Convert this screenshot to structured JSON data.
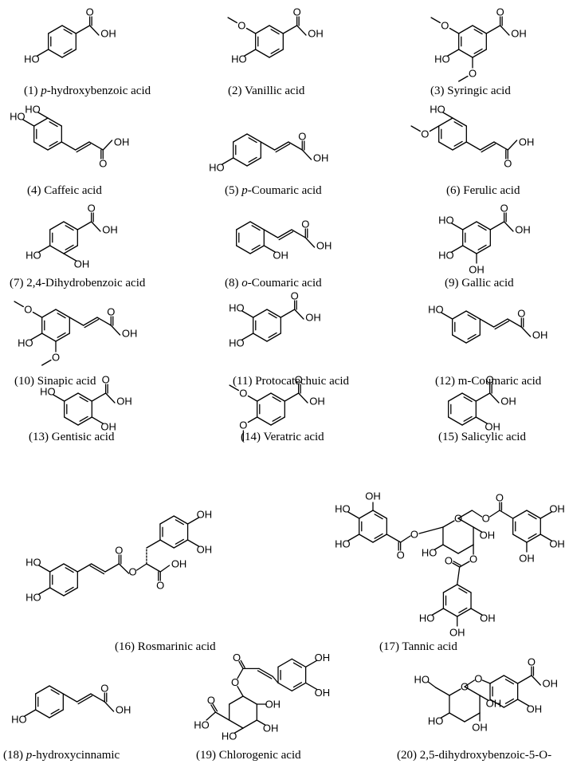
{
  "compounds": [
    {
      "num": "(1)",
      "prefix": "p",
      "name": "-hydroxybenzoic acid",
      "atoms": [
        "HO",
        "O",
        "OH"
      ]
    },
    {
      "num": "(2)",
      "prefix": "",
      "name": "Vanillic acid",
      "atoms": [
        "O",
        "HO",
        "O",
        "OH"
      ]
    },
    {
      "num": "(3)",
      "prefix": "",
      "name": "Syringic acid",
      "atoms": [
        "O",
        "HO",
        "O",
        "O",
        "OH"
      ]
    },
    {
      "num": "(4)",
      "prefix": "",
      "name": "Caffeic acid",
      "atoms": [
        "HO",
        "HO",
        "OH",
        "O"
      ]
    },
    {
      "num": "(5)",
      "prefix": "p",
      "name": "-Coumaric acid",
      "atoms": [
        "HO",
        "O",
        "OH"
      ]
    },
    {
      "num": "(6)",
      "prefix": "",
      "name": "Ferulic acid",
      "atoms": [
        "HO",
        "O",
        "OH",
        "O"
      ]
    },
    {
      "num": "(7)",
      "prefix": "",
      "name": "2,4-Dihydrobenzoic acid",
      "atoms": [
        "HO",
        "OH",
        "O",
        "OH"
      ]
    },
    {
      "num": "(8)",
      "prefix": "o",
      "name": "-Coumaric acid",
      "atoms": [
        "OH",
        "O",
        "OH"
      ]
    },
    {
      "num": "(9)",
      "prefix": "",
      "name": "Gallic acid",
      "atoms": [
        "HO",
        "HO",
        "OH",
        "O",
        "OH"
      ]
    },
    {
      "num": "(10)",
      "prefix": "",
      "name": "Sinapic acid",
      "atoms": [
        "O",
        "HO",
        "O",
        "O",
        "OH"
      ]
    },
    {
      "num": "(11)",
      "prefix": "",
      "name": "Protocatechuic acid",
      "atoms": [
        "HO",
        "HO",
        "O",
        "OH"
      ]
    },
    {
      "num": "(12)",
      "prefix": "",
      "name": "m-Coumaric acid",
      "atoms": [
        "HO",
        "O",
        "OH"
      ]
    },
    {
      "num": "(13)",
      "prefix": "",
      "name": "Gentisic acid",
      "atoms": [
        "HO",
        "OH",
        "O",
        "OH"
      ]
    },
    {
      "num": "(14)",
      "prefix": "",
      "name": "Veratric acid",
      "atoms": [
        "O",
        "O",
        "O",
        "OH"
      ]
    },
    {
      "num": "(15)",
      "prefix": "",
      "name": "Salicylic acid",
      "atoms": [
        "O",
        "OH",
        "OH"
      ]
    },
    {
      "num": "(16)",
      "prefix": "",
      "name": "Rosmarinic acid",
      "atoms": [
        "HO",
        "HO",
        "O",
        "O",
        "OH",
        "O",
        "OH",
        "OH"
      ]
    },
    {
      "num": "(17)",
      "prefix": "",
      "name": "Tannic acid",
      "atoms": [
        "OH",
        "HO",
        "HO",
        "O",
        "O",
        "O",
        "O",
        "O",
        "HO",
        "OH",
        "OH",
        "OH",
        "OH",
        "O",
        "O",
        "HO",
        "OH",
        "OH"
      ]
    },
    {
      "num": "(18)",
      "prefix": "p",
      "name": "-hydroxycinnamic",
      "atoms": [
        "HO",
        "O",
        "OH"
      ]
    },
    {
      "num": "(19)",
      "prefix": "",
      "name": "Chlorogenic acid",
      "atoms": [
        "O",
        "O",
        "OH",
        "OH",
        "O",
        "HO",
        "HO",
        "OH"
      ]
    },
    {
      "num": "(20)",
      "prefix": "",
      "name": "2,5-dihydroxybenzoic-5-O-",
      "atoms": [
        "HO",
        "O",
        "O",
        "O",
        "OH",
        "HO",
        "OH",
        "OH",
        "OH"
      ]
    }
  ]
}
